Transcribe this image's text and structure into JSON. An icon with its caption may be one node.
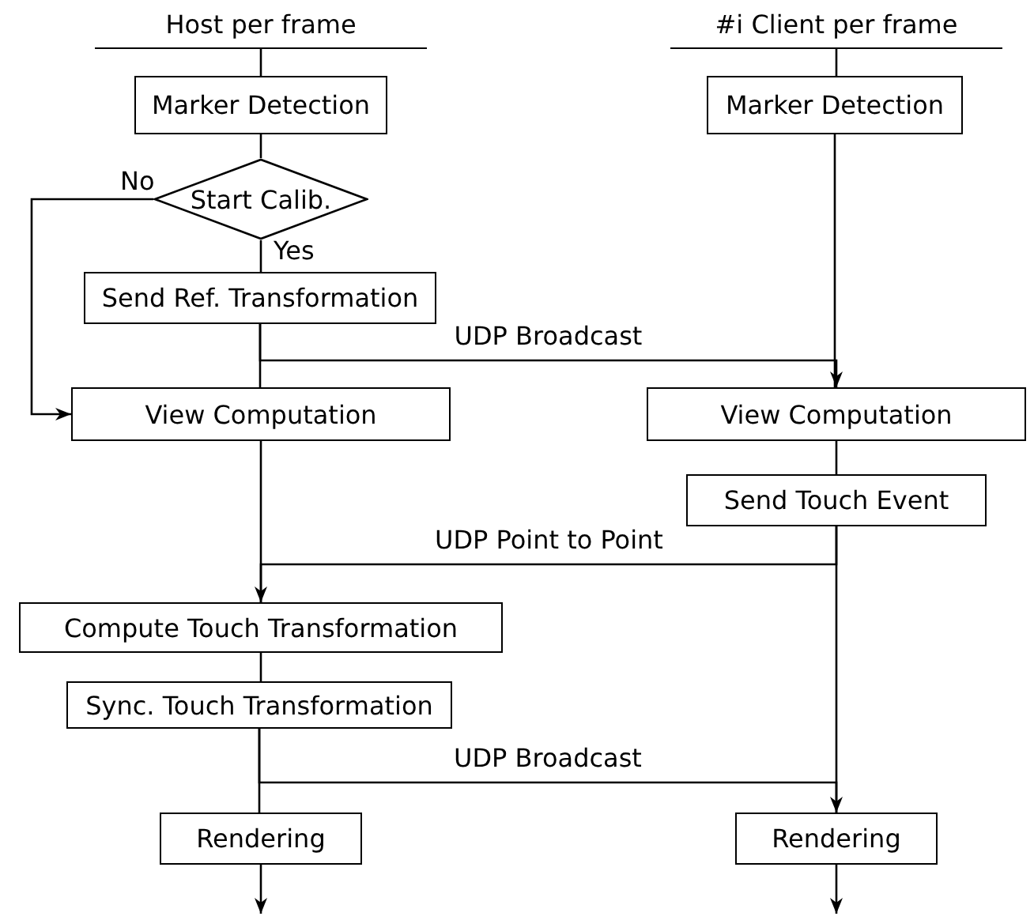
{
  "diagram": {
    "nodes": [
      {
        "text": [
          "Host per frame"
        ]
      },
      {
        "text": [
          "#i Client per frame"
        ]
      },
      {
        "text": [
          "Marker Detection"
        ]
      },
      {
        "text": [
          "Start Calib."
        ]
      },
      {
        "text": [
          "Send Ref. Transformation"
        ]
      },
      {
        "text": [
          "View Computation"
        ]
      },
      {
        "text": [
          "Compute Touch Transformation"
        ]
      },
      {
        "text": [
          "Sync. Touch Transformation"
        ]
      },
      {
        "text": [
          "Rendering"
        ]
      },
      {
        "text": [
          "Marker Detection"
        ]
      },
      {
        "text": [
          "View Computation"
        ]
      },
      {
        "text": [
          "Send Touch Event"
        ]
      },
      {
        "text": [
          "Rendering"
        ]
      }
    ],
    "edges": [
      {
        "from": 0,
        "to": 2,
        "arrow": "none"
      },
      {
        "from": 2,
        "to": 3,
        "arrow": "none"
      },
      {
        "from": 3,
        "to": 4,
        "label": "Yes",
        "arrow": "none"
      },
      {
        "from": 3,
        "to": 5,
        "label": "No",
        "arrow": "to"
      },
      {
        "from": 4,
        "to": 5,
        "arrow": "none"
      },
      {
        "from": 4,
        "to": 10,
        "label": "UDP Broadcast",
        "arrow": "to"
      },
      {
        "from": 5,
        "to": 6,
        "arrow": "none"
      },
      {
        "from": 6,
        "to": 7,
        "arrow": "none"
      },
      {
        "from": 7,
        "to": 8,
        "arrow": "none"
      },
      {
        "from": 7,
        "to": 12,
        "label": "UDP Broadcast",
        "arrow": "to"
      },
      {
        "from": 8,
        "to": null,
        "arrow": "to"
      },
      {
        "from": 1,
        "to": 9,
        "arrow": "none"
      },
      {
        "from": 9,
        "to": 10,
        "arrow": "none"
      },
      {
        "from": 10,
        "to": 11,
        "arrow": "none"
      },
      {
        "from": 11,
        "to": 6,
        "label": "UDP Point to Point",
        "arrow": "to"
      },
      {
        "from": 11,
        "to": 12,
        "arrow": "none"
      },
      {
        "from": 12,
        "to": null,
        "arrow": "to"
      }
    ]
  }
}
